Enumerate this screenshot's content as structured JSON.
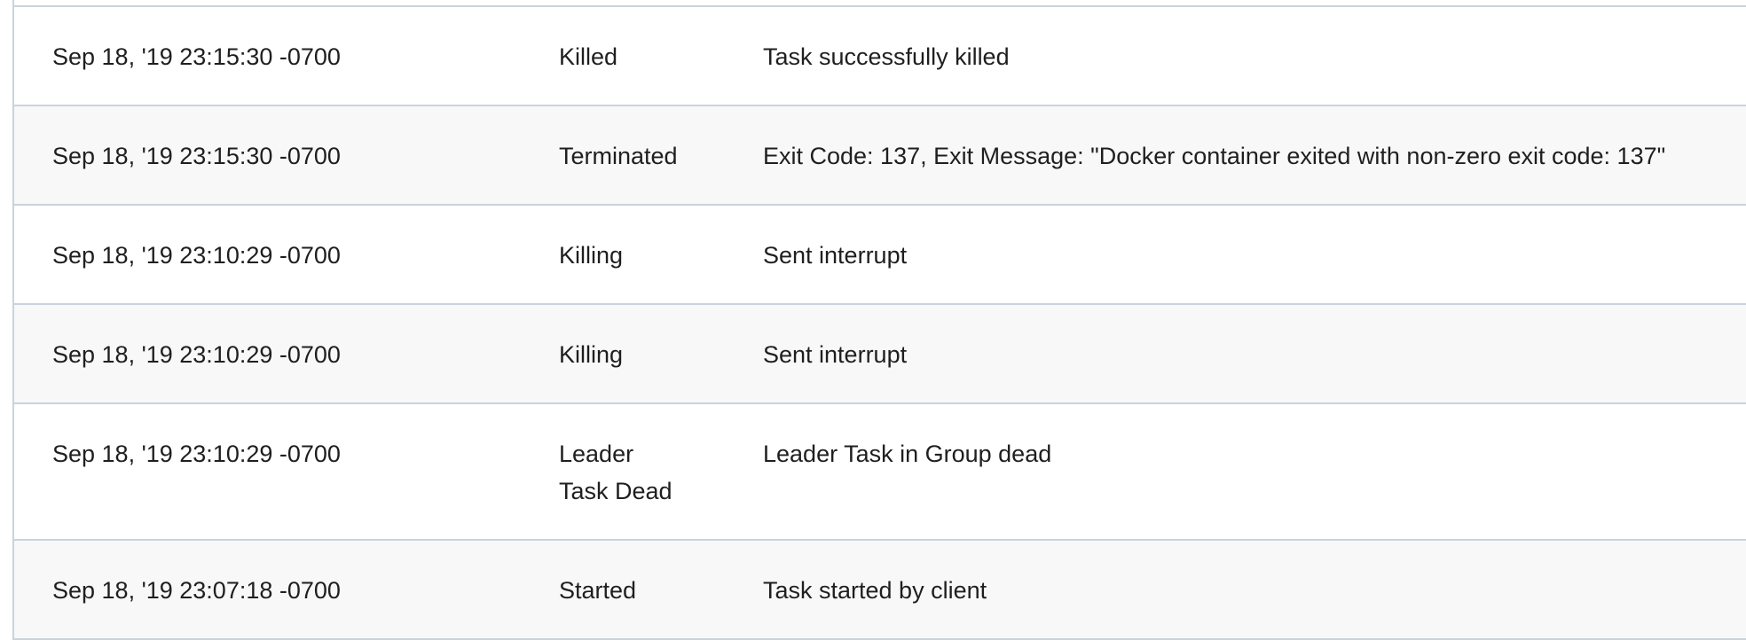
{
  "events": [
    {
      "time": "Sep 18, '19 23:15:30 -0700",
      "type_lines": [
        "Killed"
      ],
      "message": "Task successfully killed"
    },
    {
      "time": "Sep 18, '19 23:15:30 -0700",
      "type_lines": [
        "Terminated"
      ],
      "message": "Exit Code: 137, Exit Message: \"Docker container exited with non-zero exit code: 137\""
    },
    {
      "time": "Sep 18, '19 23:10:29 -0700",
      "type_lines": [
        "Killing"
      ],
      "message": "Sent interrupt"
    },
    {
      "time": "Sep 18, '19 23:10:29 -0700",
      "type_lines": [
        "Killing"
      ],
      "message": "Sent interrupt"
    },
    {
      "time": "Sep 18, '19 23:10:29 -0700",
      "type_lines": [
        "Leader",
        "Task Dead"
      ],
      "message": "Leader Task in Group dead"
    },
    {
      "time": "Sep 18, '19 23:07:18 -0700",
      "type_lines": [
        "Started"
      ],
      "message": "Task started by client"
    }
  ]
}
